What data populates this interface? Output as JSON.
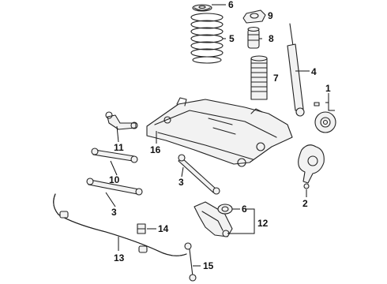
{
  "callouts": [
    {
      "id": "c6a",
      "label": "6"
    },
    {
      "id": "c9",
      "label": "9"
    },
    {
      "id": "c5",
      "label": "5"
    },
    {
      "id": "c8",
      "label": "8"
    },
    {
      "id": "c7",
      "label": "7"
    },
    {
      "id": "c4",
      "label": "4"
    },
    {
      "id": "c1",
      "label": "1"
    },
    {
      "id": "c11",
      "label": "11"
    },
    {
      "id": "c16",
      "label": "16"
    },
    {
      "id": "c10",
      "label": "10"
    },
    {
      "id": "c3a",
      "label": "3"
    },
    {
      "id": "c3b",
      "label": "3"
    },
    {
      "id": "c2",
      "label": "2"
    },
    {
      "id": "c6b",
      "label": "6"
    },
    {
      "id": "c12",
      "label": "12"
    },
    {
      "id": "c14",
      "label": "14"
    },
    {
      "id": "c13",
      "label": "13"
    },
    {
      "id": "c15",
      "label": "15"
    }
  ]
}
